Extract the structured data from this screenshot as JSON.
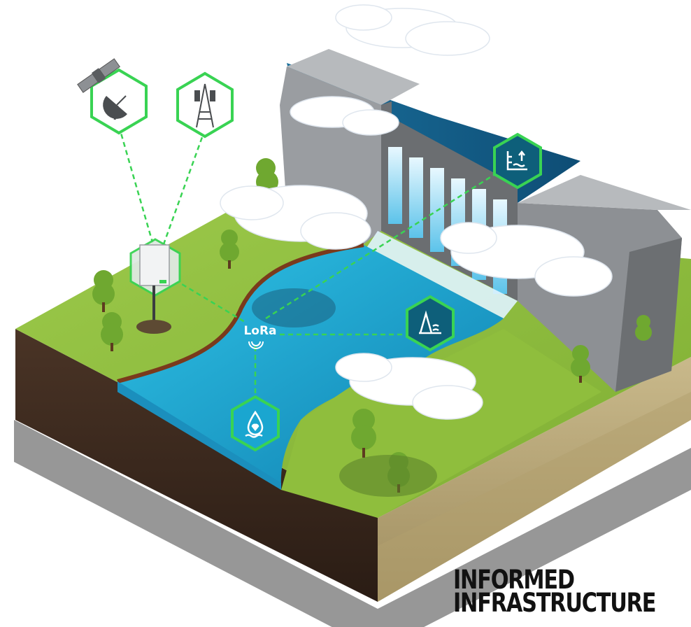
{
  "diagram": {
    "network_label": "LoRa",
    "nodes": [
      {
        "name": "satellite",
        "icon": "satellite-dish-icon"
      },
      {
        "name": "cell-tower",
        "icon": "cell-tower-icon"
      },
      {
        "name": "gateway",
        "icon": "gateway-box-icon"
      },
      {
        "name": "dam-water-level-sensor",
        "icon": "water-level-gauge-icon"
      },
      {
        "name": "dam-flow-sensor",
        "icon": "dam-spillway-icon"
      },
      {
        "name": "water-quality-sensor",
        "icon": "water-drop-icon"
      }
    ],
    "colors": {
      "accent": "#39d353",
      "water": "#1aa6d0",
      "grass": "#8fbf3a",
      "concrete": "#8a8d91",
      "soil": "#3b2a20"
    }
  },
  "brand": {
    "line1": "INFORMED",
    "line2": "INFRASTRUCTURE"
  }
}
